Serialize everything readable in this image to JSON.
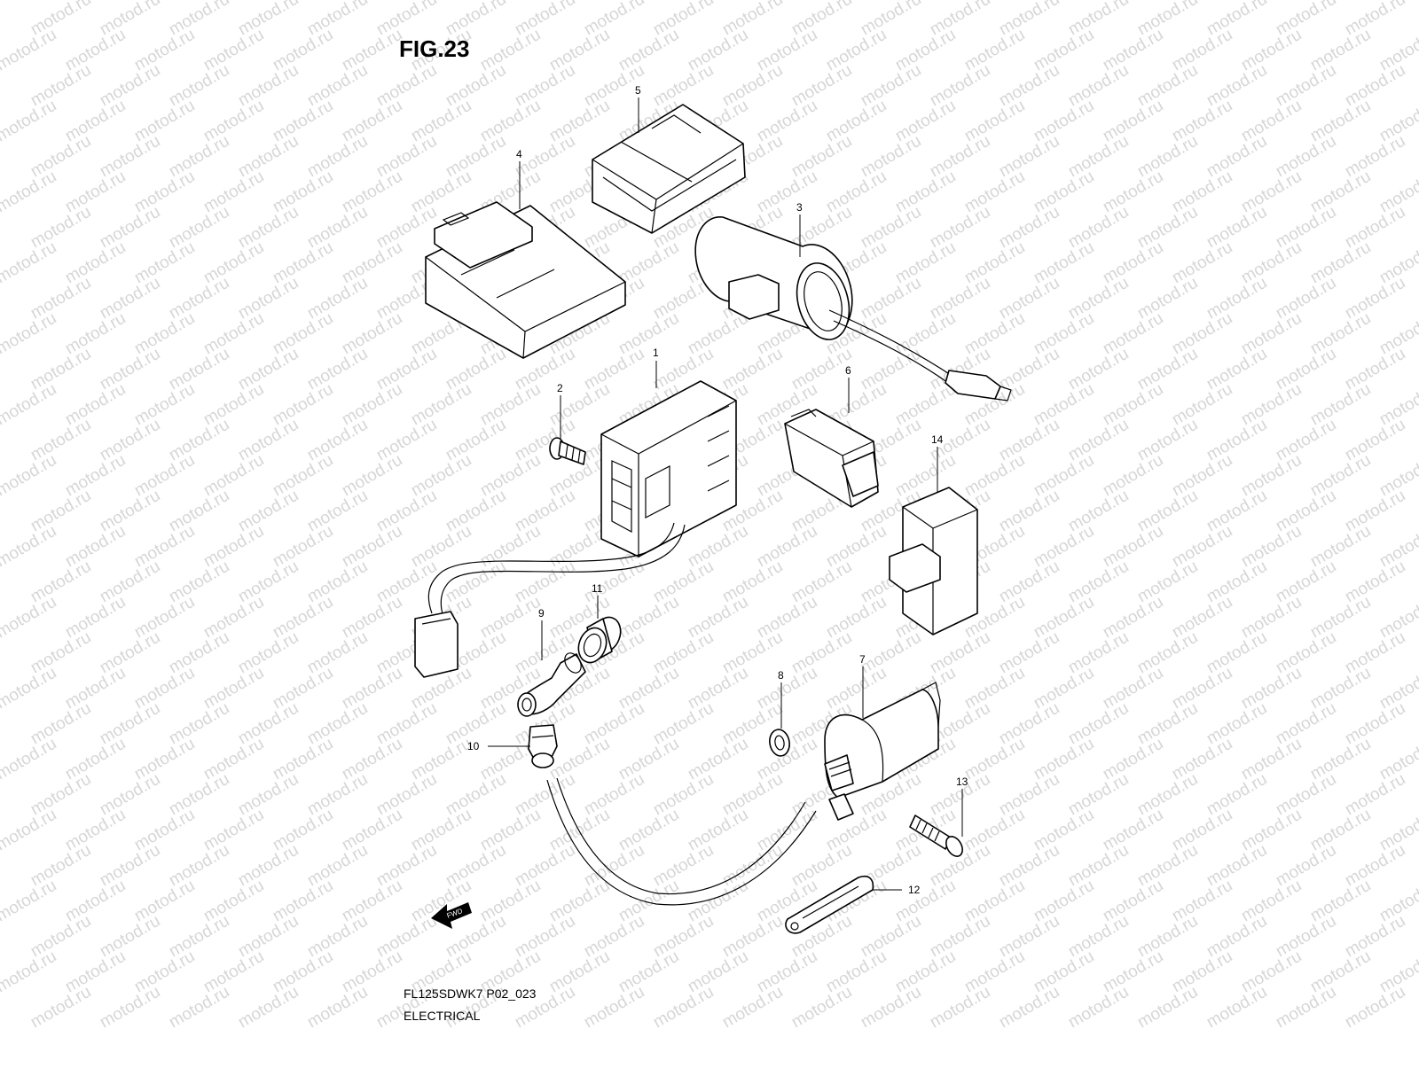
{
  "title": "FIG.23",
  "watermark": "motod.ru",
  "footer": {
    "code": "FL125SDWK7 P02_023",
    "section": "ELECTRICAL"
  },
  "fwd_label": "FWD",
  "callouts": [
    "1",
    "2",
    "3",
    "4",
    "5",
    "6",
    "7",
    "8",
    "9",
    "10",
    "11",
    "12",
    "13",
    "14"
  ]
}
